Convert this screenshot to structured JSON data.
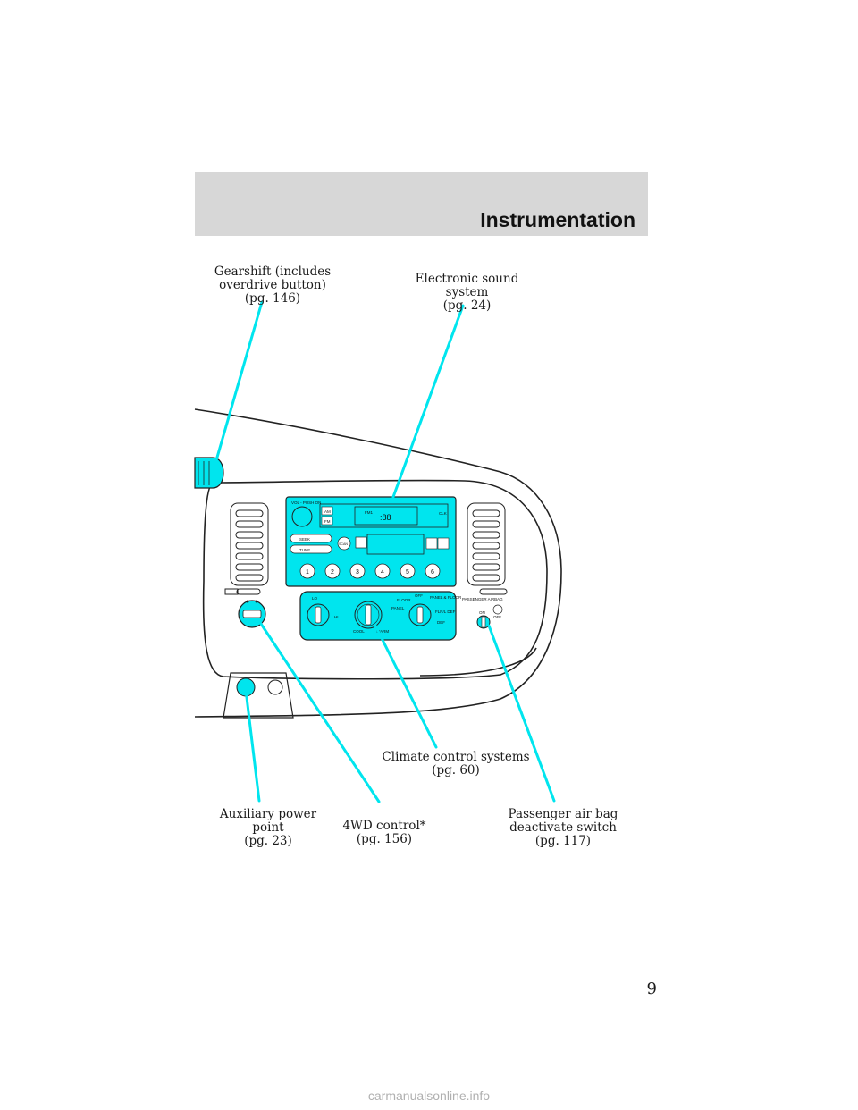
{
  "header": {
    "title": "Instrumentation"
  },
  "callouts": {
    "gearshift": "Gearshift (includes\noverdrive button)\n(pg. 146)",
    "sound": "Electronic sound system\n(pg. 24)",
    "climate": "Climate control systems\n(pg. 60)",
    "aux": "Auxiliary power point\n(pg. 23)",
    "fwd": "4WD control*\n(pg. 156)",
    "airbag": "Passenger air bag\ndeactivate switch\n(pg. 117)"
  },
  "radio": {
    "vol_label": "VOL - PUSH ON",
    "am": "AM",
    "fm": "FM",
    "display": "FM1",
    "display_digits": ":88",
    "seek": "SEEK",
    "tune": "TUNE",
    "scan": "SCAN",
    "clk": "CLK",
    "presets": [
      "1",
      "2",
      "3",
      "4",
      "5",
      "6"
    ]
  },
  "climate": {
    "lo": "LO",
    "hi": "HI",
    "floor": "FLOOR",
    "off": "OFF",
    "panel_floor": "PANEL &\nFLOOR",
    "panel": "PANEL",
    "flr_def": "FLR/L\nDEF",
    "def": "DEF",
    "cool": "COOL",
    "warm": "WARM"
  },
  "airbag_panel": {
    "title": "PASSENGER AIRBAG",
    "on": "ON",
    "off": "OFF"
  },
  "colors": {
    "accent": "#00e5ee",
    "header_bg": "#d7d7d7"
  },
  "page_number": "9",
  "watermark": "carmanualsonline.info"
}
